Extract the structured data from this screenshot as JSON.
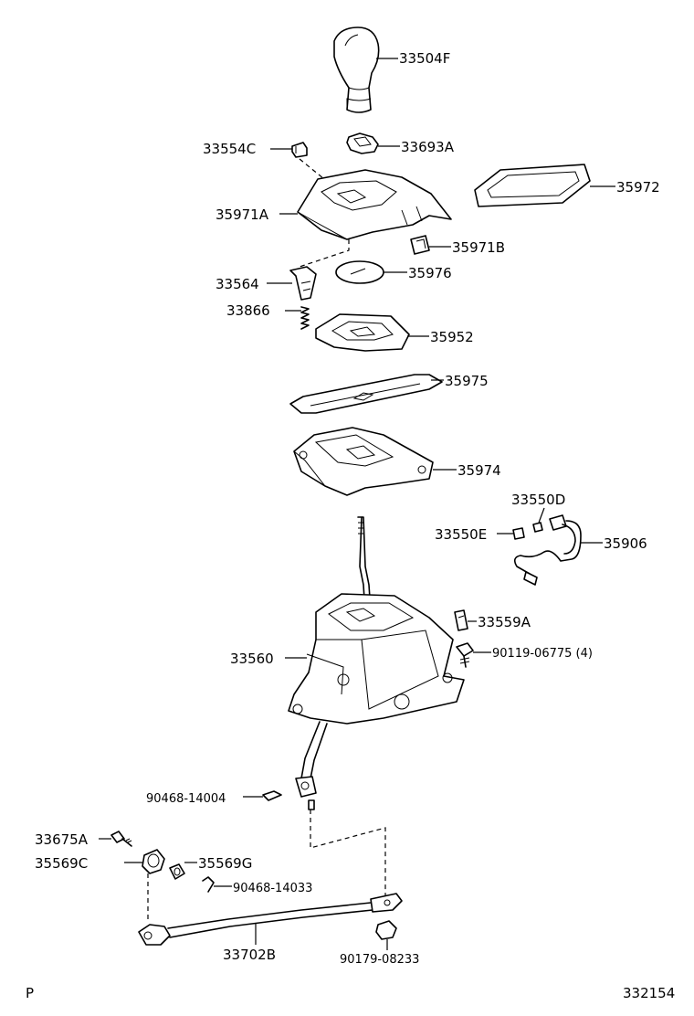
{
  "parts": {
    "p33504F": "33504F",
    "p33554C": "33554C",
    "p33693A": "33693A",
    "p35972": "35972",
    "p35971A": "35971A",
    "p35971B": "35971B",
    "p33564": "33564",
    "p35976": "35976",
    "p33866": "33866",
    "p35952": "35952",
    "p35975": "35975",
    "p35974": "35974",
    "p33550D": "33550D",
    "p33550E": "33550E",
    "p35906": "35906",
    "p33559A": "33559A",
    "p33560": "33560",
    "p90119": "90119-06775 (4)",
    "p90468a": "90468-14004",
    "p33675A": "33675A",
    "p35569C": "35569C",
    "p35569G": "35569G",
    "p90468b": "90468-14033",
    "p33702B": "33702B",
    "p90179": "90179-08233"
  },
  "footer": {
    "left_mark": "P",
    "diagram_number": "332154"
  }
}
